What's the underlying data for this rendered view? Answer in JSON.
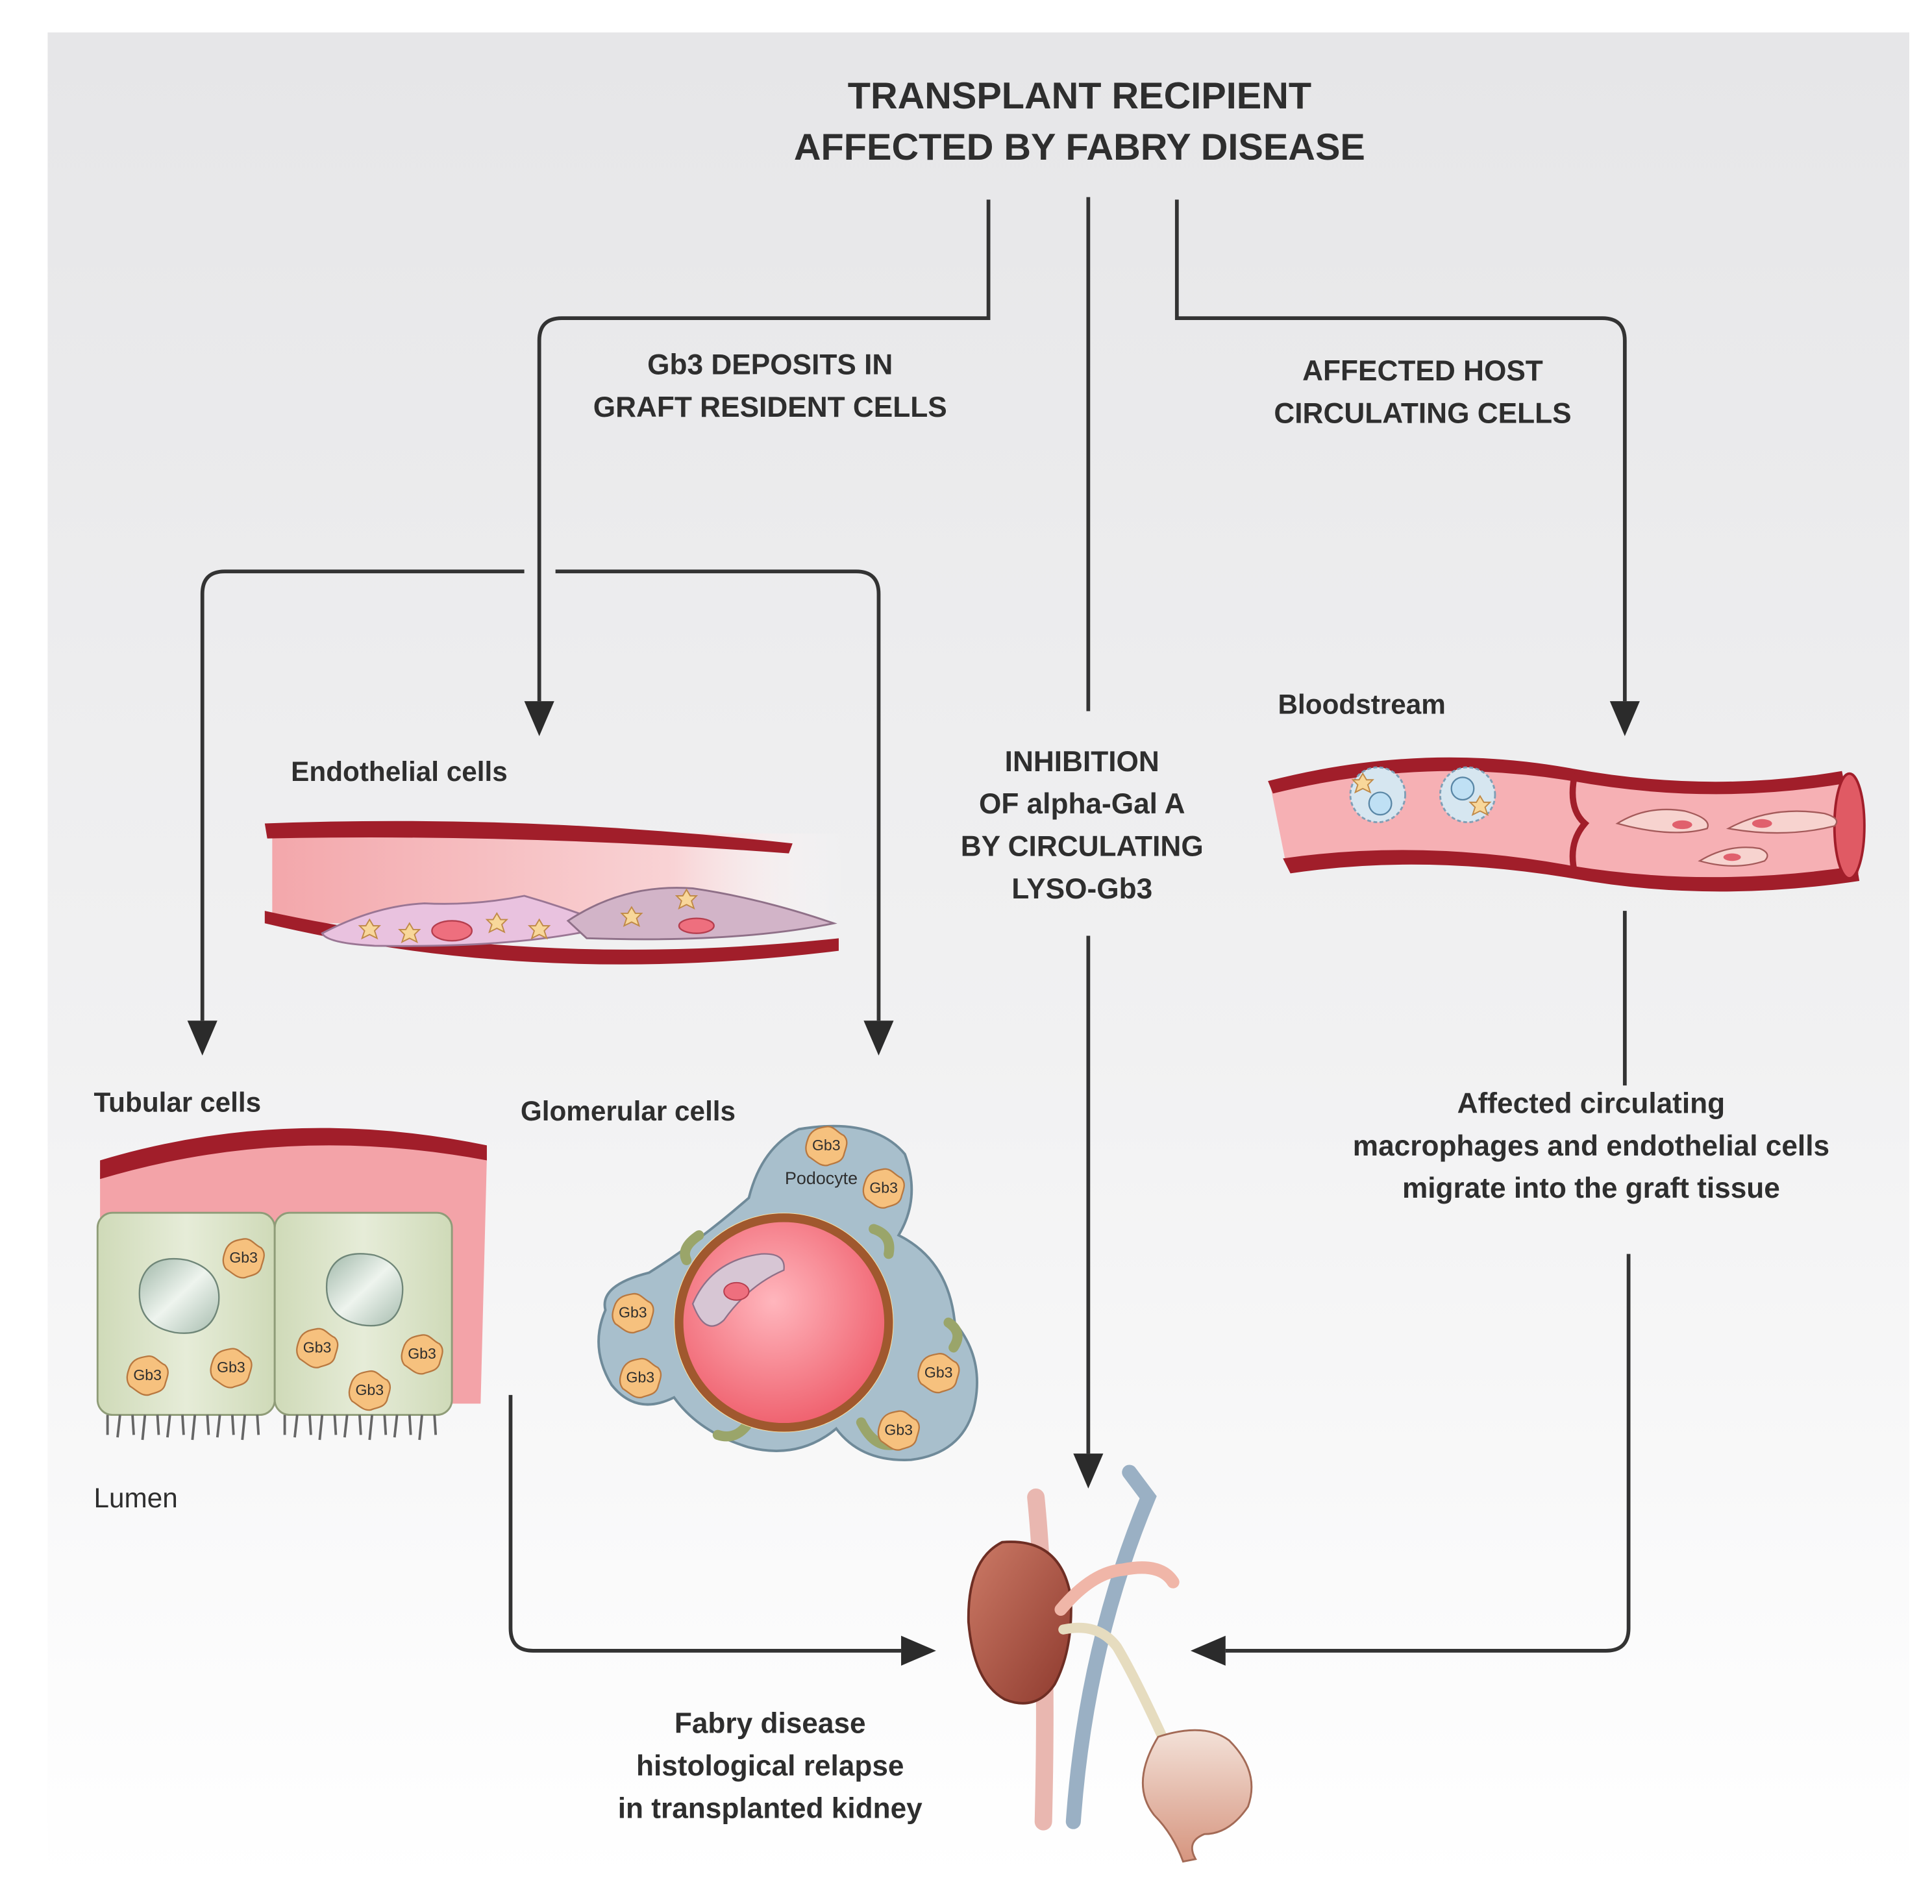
{
  "title": {
    "line1": "TRANSPLANT RECIPIENT",
    "line2": "AFFECTED BY FABRY DISEASE"
  },
  "branches": {
    "left": {
      "line1": "Gb3 DEPOSITS IN",
      "line2": "GRAFT RESIDENT CELLS"
    },
    "center": {
      "line1": "INHIBITION",
      "line2": "OF alpha-Gal A",
      "line3": "BY CIRCULATING",
      "line4": "LYSO-Gb3"
    },
    "right": {
      "line1": "AFFECTED HOST",
      "line2": "CIRCULATING CELLS"
    }
  },
  "panels": {
    "endothelial": {
      "label": "Endothelial cells"
    },
    "tubular": {
      "label": "Tubular cells",
      "lumen_label": "Lumen"
    },
    "glomerular": {
      "label": "Glomerular cells",
      "podocyte_label": "Podocyte"
    },
    "bloodstream": {
      "label": "Bloodstream"
    },
    "migration": {
      "line1": "Affected circulating",
      "line2": "macrophages and endothelial cells",
      "line3": "migrate into the graft tissue"
    },
    "outcome": {
      "line1": "Fabry disease",
      "line2": "histological relapse",
      "line3": "in transplanted kidney"
    }
  },
  "deposit_label": "Gb3",
  "colors": {
    "background_top": "#e9e9ea",
    "vessel_wall": "#a11e2a",
    "vessel_lumen": "#f4a9ad",
    "tubular_cell": "#d9e2c8",
    "gb3_deposit": "#f6c17e",
    "podocyte": "#a8bfcc",
    "capillary": "#f26c78",
    "kidney": "#b85a4a",
    "text": "#2e2e2e"
  }
}
